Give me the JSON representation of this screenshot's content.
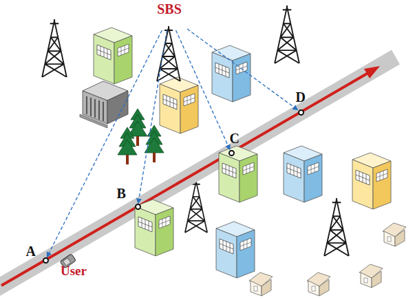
{
  "diagram": {
    "nodes": [
      {
        "text": [
          "SBS"
        ]
      },
      {
        "text": [
          "A"
        ]
      },
      {
        "text": [
          "B"
        ]
      },
      {
        "text": [
          "C"
        ]
      },
      {
        "text": [
          "D"
        ]
      }
    ],
    "edges": [
      {
        "from": 0,
        "to": 1,
        "arrow": "to"
      },
      {
        "from": 0,
        "to": 2,
        "arrow": "to"
      },
      {
        "from": 0,
        "to": 3,
        "arrow": "to"
      },
      {
        "from": 0,
        "to": 4,
        "arrow": "to"
      }
    ],
    "labels": [
      "User"
    ]
  }
}
